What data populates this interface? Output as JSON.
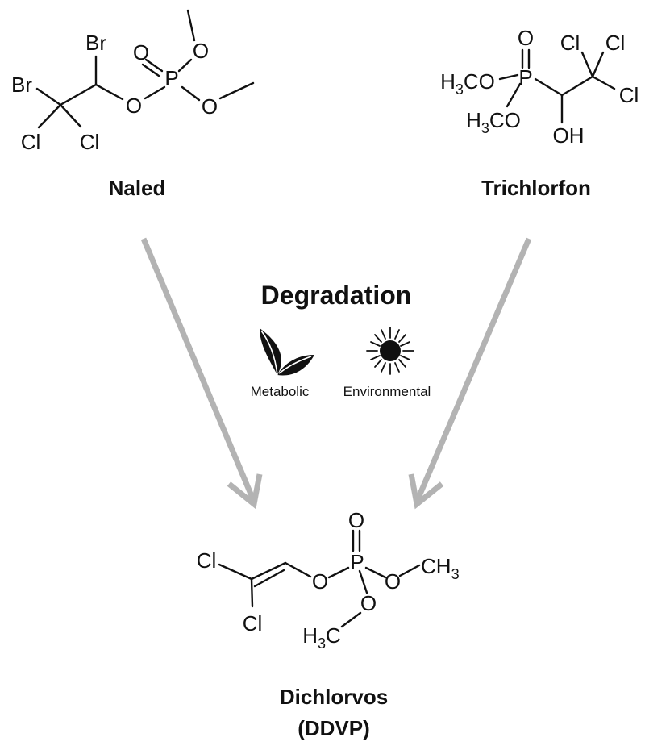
{
  "compounds": {
    "naled": {
      "name": "Naled",
      "atoms": {
        "br_top": "Br",
        "br_left": "Br",
        "cl_left": "Cl",
        "cl_right": "Cl",
        "o_ester": "O",
        "p": "P",
        "o_double": "O",
        "o_top": "O",
        "o_right": "O"
      }
    },
    "trichlorfon": {
      "name": "Trichlorfon",
      "atoms": {
        "ch3o_top_main": "H",
        "ch3o_top_sub": "3",
        "ch3o_top_rest": "CO",
        "ch3o_bot_main": "H",
        "ch3o_bot_sub": "3",
        "ch3o_bot_rest": "CO",
        "p": "P",
        "o_double": "O",
        "cl_1": "Cl",
        "cl_2": "Cl",
        "cl_3": "Cl",
        "oh": "OH"
      }
    },
    "dichlorvos": {
      "name_line1": "Dichlorvos",
      "name_line2": "(DDVP)",
      "atoms": {
        "cl_top": "Cl",
        "cl_bottom": "Cl",
        "o_ester": "O",
        "p": "P",
        "o_double": "O",
        "o_right": "O",
        "ch3_main": "CH",
        "ch3_sub": "3",
        "o_lower": "O",
        "h3c_main": "H",
        "h3c_sub": "3",
        "h3c_rest": "C"
      }
    }
  },
  "degradation": {
    "title": "Degradation",
    "pathways": [
      {
        "label": "Metabolic",
        "icon": "leaves-icon"
      },
      {
        "label": "Environmental",
        "icon": "sun-icon"
      }
    ]
  },
  "colors": {
    "arrow": "#b3b3b3",
    "ink": "#111111"
  }
}
